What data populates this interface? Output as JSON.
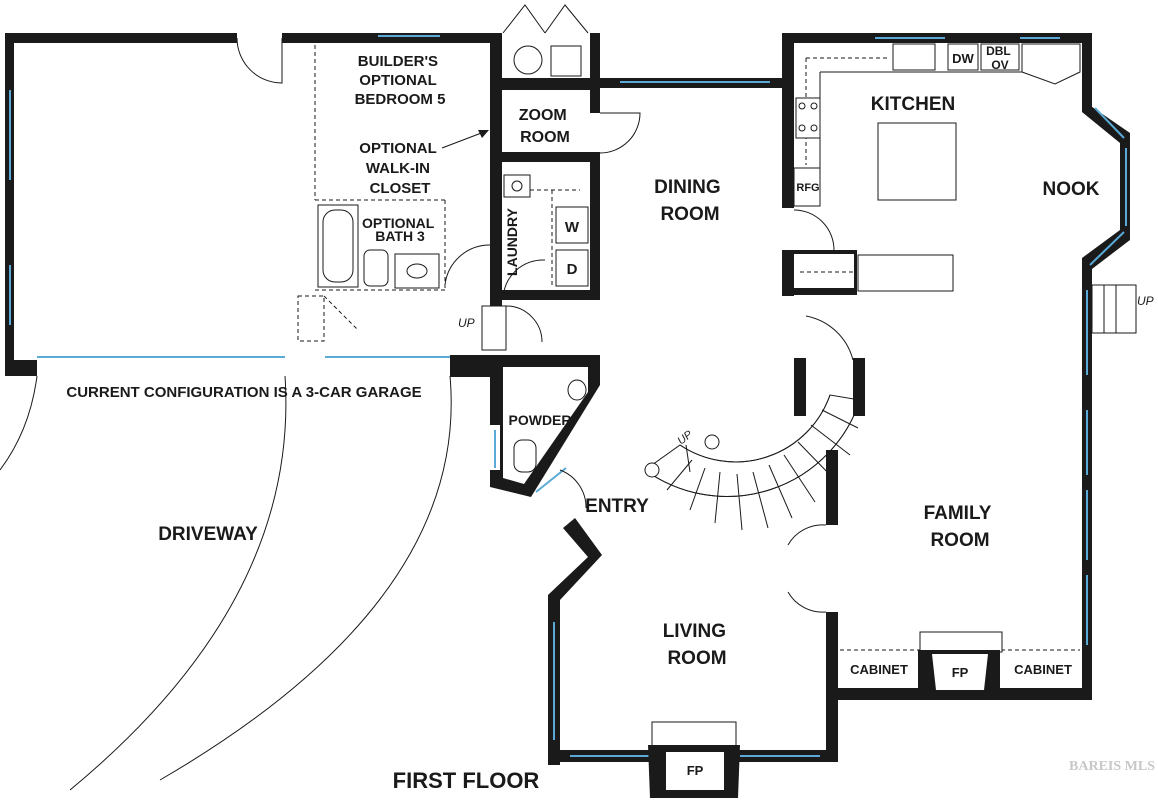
{
  "plan": {
    "title": "FIRST FLOOR",
    "watermark": "BAREIS MLS",
    "garage_note": "CURRENT CONFIGURATION IS A 3-CAR GARAGE",
    "rooms": {
      "builders_bedroom": [
        "BUILDER'S",
        "OPTIONAL",
        "BEDROOM 5"
      ],
      "walkin_closet": [
        "OPTIONAL",
        "WALK-IN",
        "CLOSET"
      ],
      "bath": [
        "OPTIONAL",
        "BATH 3"
      ],
      "zoom_room": [
        "ZOOM",
        "ROOM"
      ],
      "laundry": "LAUNDRY",
      "dining": [
        "DINING",
        "ROOM"
      ],
      "kitchen": "KITCHEN",
      "nook": "NOOK",
      "powder": "POWDER",
      "entry": "ENTRY",
      "driveway": "DRIVEWAY",
      "family": [
        "FAMILY",
        "ROOM"
      ],
      "living": [
        "LIVING",
        "ROOM"
      ]
    },
    "fixtures": {
      "washer": "W",
      "dryer": "D",
      "dishwasher": "DW",
      "double_oven": [
        "DBL",
        "OV"
      ],
      "refrigerator": "RFG",
      "cabinet_left": "CABINET",
      "cabinet_right": "CABINET",
      "fireplace_family": "FP",
      "fireplace_living": "FP",
      "stair_up": "UP",
      "step_up_garage": "UP",
      "step_up_right": "UP"
    }
  }
}
